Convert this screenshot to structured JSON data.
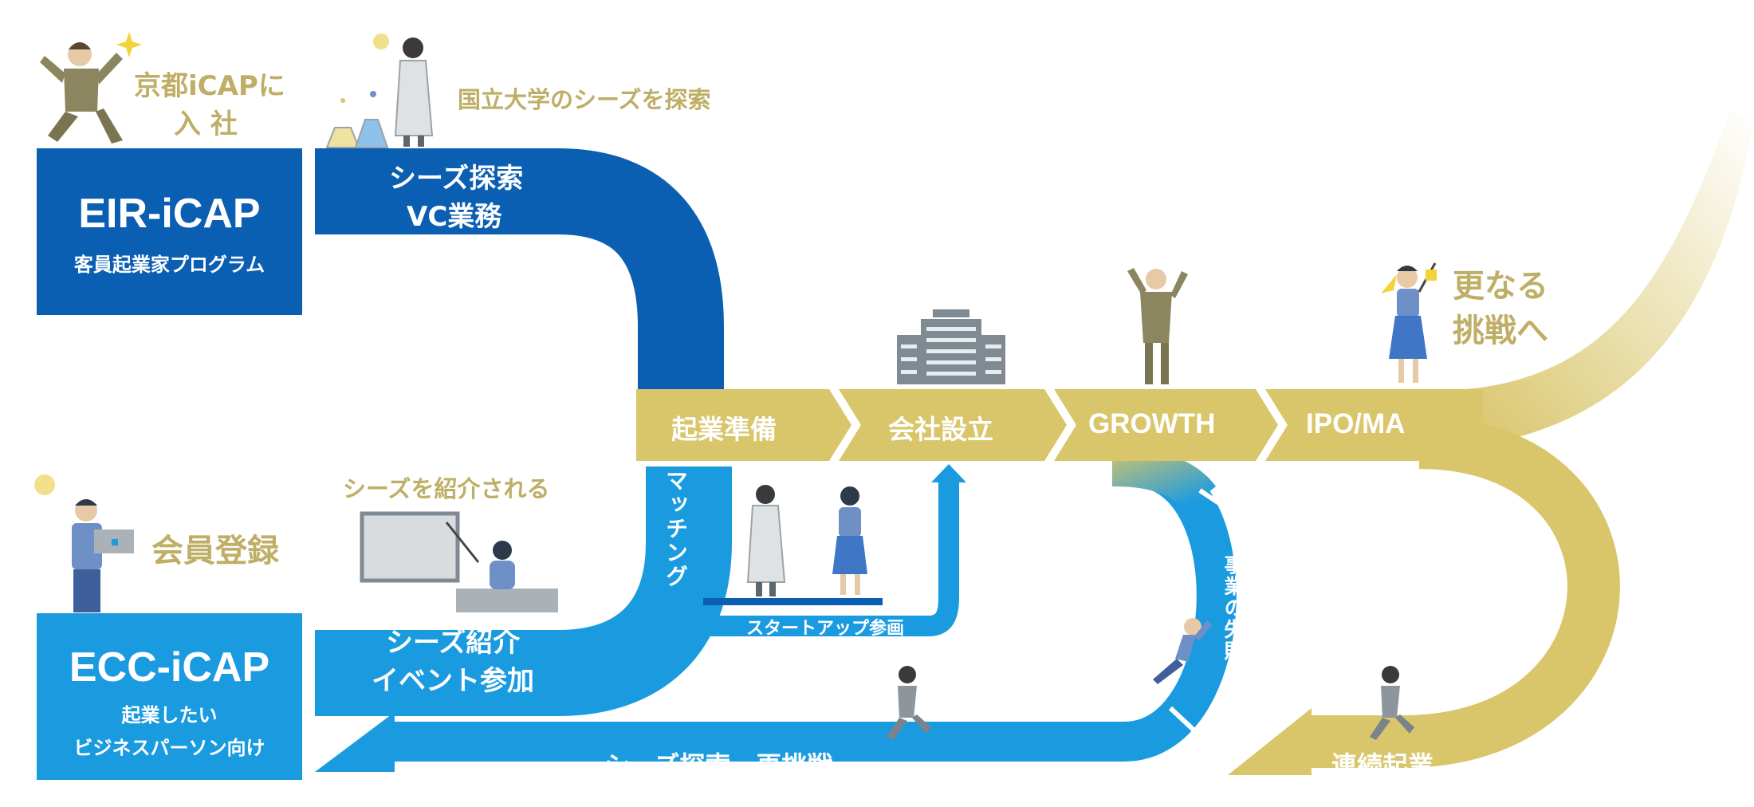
{
  "eir": {
    "title": "EIR-iCAP",
    "subtitle": "客員起業家プログラム",
    "entry_line1": "京都iCAPに",
    "entry_line2": "入 社"
  },
  "ecc": {
    "title": "ECC-iCAP",
    "subtitle_line1": "起業したい",
    "subtitle_line2": "ビジネスパーソン向け",
    "entry": "会員登録"
  },
  "upper_path": {
    "caption": "国立大学のシーズを探索",
    "line1": "シーズ探索",
    "line2": "VC業務"
  },
  "lower_path": {
    "caption": "シーズを紹介される",
    "line1": "シーズ紹介",
    "line2": "イベント参加"
  },
  "matching": "マッチング",
  "startup_join": "スタートアップ参画",
  "stages": [
    "起業準備",
    "会社設立",
    "GROWTH",
    "IPO/MA"
  ],
  "next_challenge_line1": "更なる",
  "next_challenge_line2": "挑戦へ",
  "failure": "事業の失敗",
  "retry": "シーズ探索・再挑戦",
  "serial": "連続起業",
  "colors": {
    "dark_blue": "#0b5fb3",
    "light_blue": "#1a9be0",
    "gold": "#d9c56a",
    "gold_text": "#bfae66"
  }
}
